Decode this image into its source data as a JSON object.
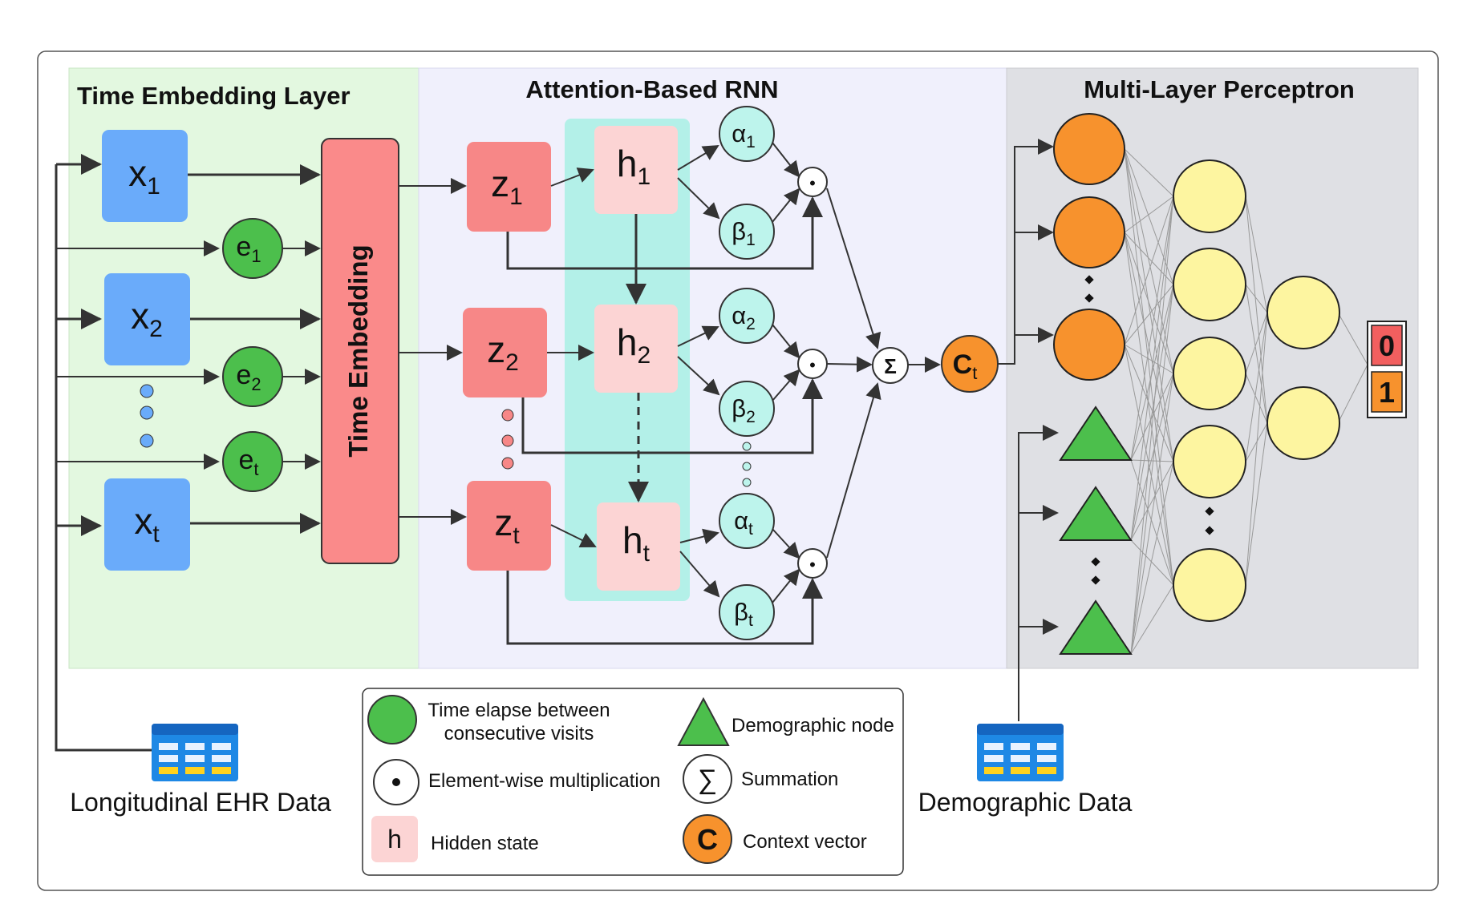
{
  "sections": {
    "time_embedding": "Time Embedding Layer",
    "attention_rnn": "Attention-Based RNN",
    "mlp": "Multi-Layer Perceptron"
  },
  "time_embedding_block": "Time Embedding",
  "inputs": {
    "x": [
      {
        "base": "x",
        "sub": "1"
      },
      {
        "base": "x",
        "sub": "2"
      },
      {
        "base": "x",
        "sub": "t"
      }
    ],
    "e": [
      {
        "base": "e",
        "sub": "1"
      },
      {
        "base": "e",
        "sub": "2"
      },
      {
        "base": "e",
        "sub": "t"
      }
    ]
  },
  "rnn": {
    "z": [
      {
        "base": "z",
        "sub": "1"
      },
      {
        "base": "z",
        "sub": "2"
      },
      {
        "base": "z",
        "sub": "t"
      }
    ],
    "h": [
      {
        "base": "h",
        "sub": "1"
      },
      {
        "base": "h",
        "sub": "2"
      },
      {
        "base": "h",
        "sub": "t"
      }
    ],
    "alpha": [
      {
        "base": "α",
        "sub": "1"
      },
      {
        "base": "α",
        "sub": "2"
      },
      {
        "base": "α",
        "sub": "t"
      }
    ],
    "beta": [
      {
        "base": "β",
        "sub": "1"
      },
      {
        "base": "β",
        "sub": "2"
      },
      {
        "base": "β",
        "sub": "t"
      }
    ],
    "dot_symbol": "•",
    "sum_symbol": "Σ",
    "context": {
      "base": "C",
      "sub": "t"
    }
  },
  "mlp": {
    "outputs": [
      "0",
      "1"
    ]
  },
  "legend": {
    "time_elapse": [
      "Time elapse between",
      "consecutive visits"
    ],
    "demographic_node": "Demographic node",
    "elementwise": "Element-wise multiplication",
    "summation_symbol": "∑",
    "summation": "Summation",
    "hidden_symbol": "h",
    "hidden_state": "Hidden state",
    "context_symbol": "C",
    "context_vector": "Context vector"
  },
  "captions": {
    "ehr": "Longitudinal EHR Data",
    "demographic": "Demographic Data"
  },
  "colors": {
    "time_panel": "#e3f8e0",
    "rnn_panel": "#f0f0fc",
    "mlp_panel": "#dfe0e4",
    "hidden_band": "#b3f0e8",
    "x_node": "#6aabfa",
    "e_node": "#4cbf4c",
    "embed_block": "#fa8a8a",
    "z_node": "#f78787",
    "h_node": "#fcd4d4",
    "attn_node": "#bdf4ec",
    "context_node": "#f7922d",
    "mlp_hidden": "#fdf5a0",
    "demographic_node": "#4cbf4c",
    "out_0": "#f25f5f",
    "out_1": "#f7922d",
    "db_icon": "#1e88e5"
  }
}
